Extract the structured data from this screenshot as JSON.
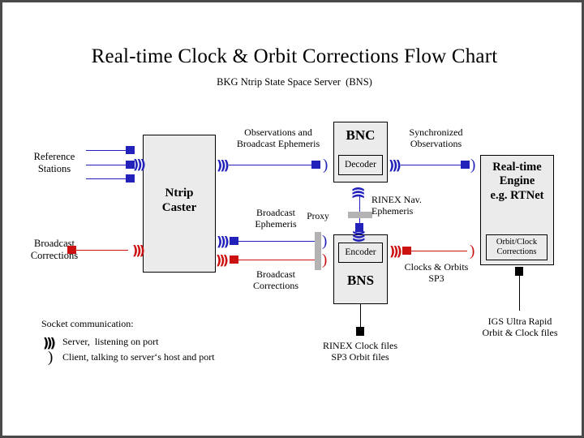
{
  "page": {
    "title": "Real-time Clock & Orbit Corrections Flow Chart",
    "subtitle": "BKG Ntrip State Space Server  (BNS)",
    "border_color": "#4a4a4a",
    "background": "#ffffff"
  },
  "colors": {
    "blue": "#2222bb",
    "red": "#cc1111",
    "black": "#000000",
    "box_fill": "#ebebeb",
    "proxy_gray": "#b3b3b3"
  },
  "boxes": {
    "ntrip_caster": {
      "label": "Ntrip\nCaster"
    },
    "bnc": {
      "label": "BNC",
      "sub": "Decoder"
    },
    "bns": {
      "label": "BNS",
      "sub": "Encoder"
    },
    "rt_engine": {
      "label": "Real-time\nEngine\ne.g. RTNet",
      "sub": "Orbit/Clock\nCorrections"
    }
  },
  "labels": {
    "reference_stations": "Reference\nStations",
    "broadcast_corrections_left": "Broadcast\nCorrections",
    "observations_broadcast_ephemeris": "Observations and\nBroadcast Ephemeris",
    "synchronized_observations": "Synchronized\nObservations",
    "broadcast_ephemeris": "Broadcast\nEphemeris",
    "broadcast_corrections_mid": "Broadcast\nCorrections",
    "proxy": "Proxy",
    "rinex_nav_ephemeris": "RINEX Nav.\nEphemeris",
    "clocks_orbits_sp3": "Clocks & Orbits\nSP3",
    "rinex_clock_sp3_files": "RINEX Clock files\nSP3 Orbit files",
    "igs_ultra_rapid": "IGS Ultra Rapid\nOrbit & Clock files"
  },
  "legend": {
    "heading": "Socket communication:",
    "server": "Server,  listening on port",
    "client": "Client, talking to server‘s host and port",
    "server_glyph": ")))",
    "client_glyph": ")"
  },
  "glyphs": {
    "server": ")))",
    "client": ")"
  }
}
